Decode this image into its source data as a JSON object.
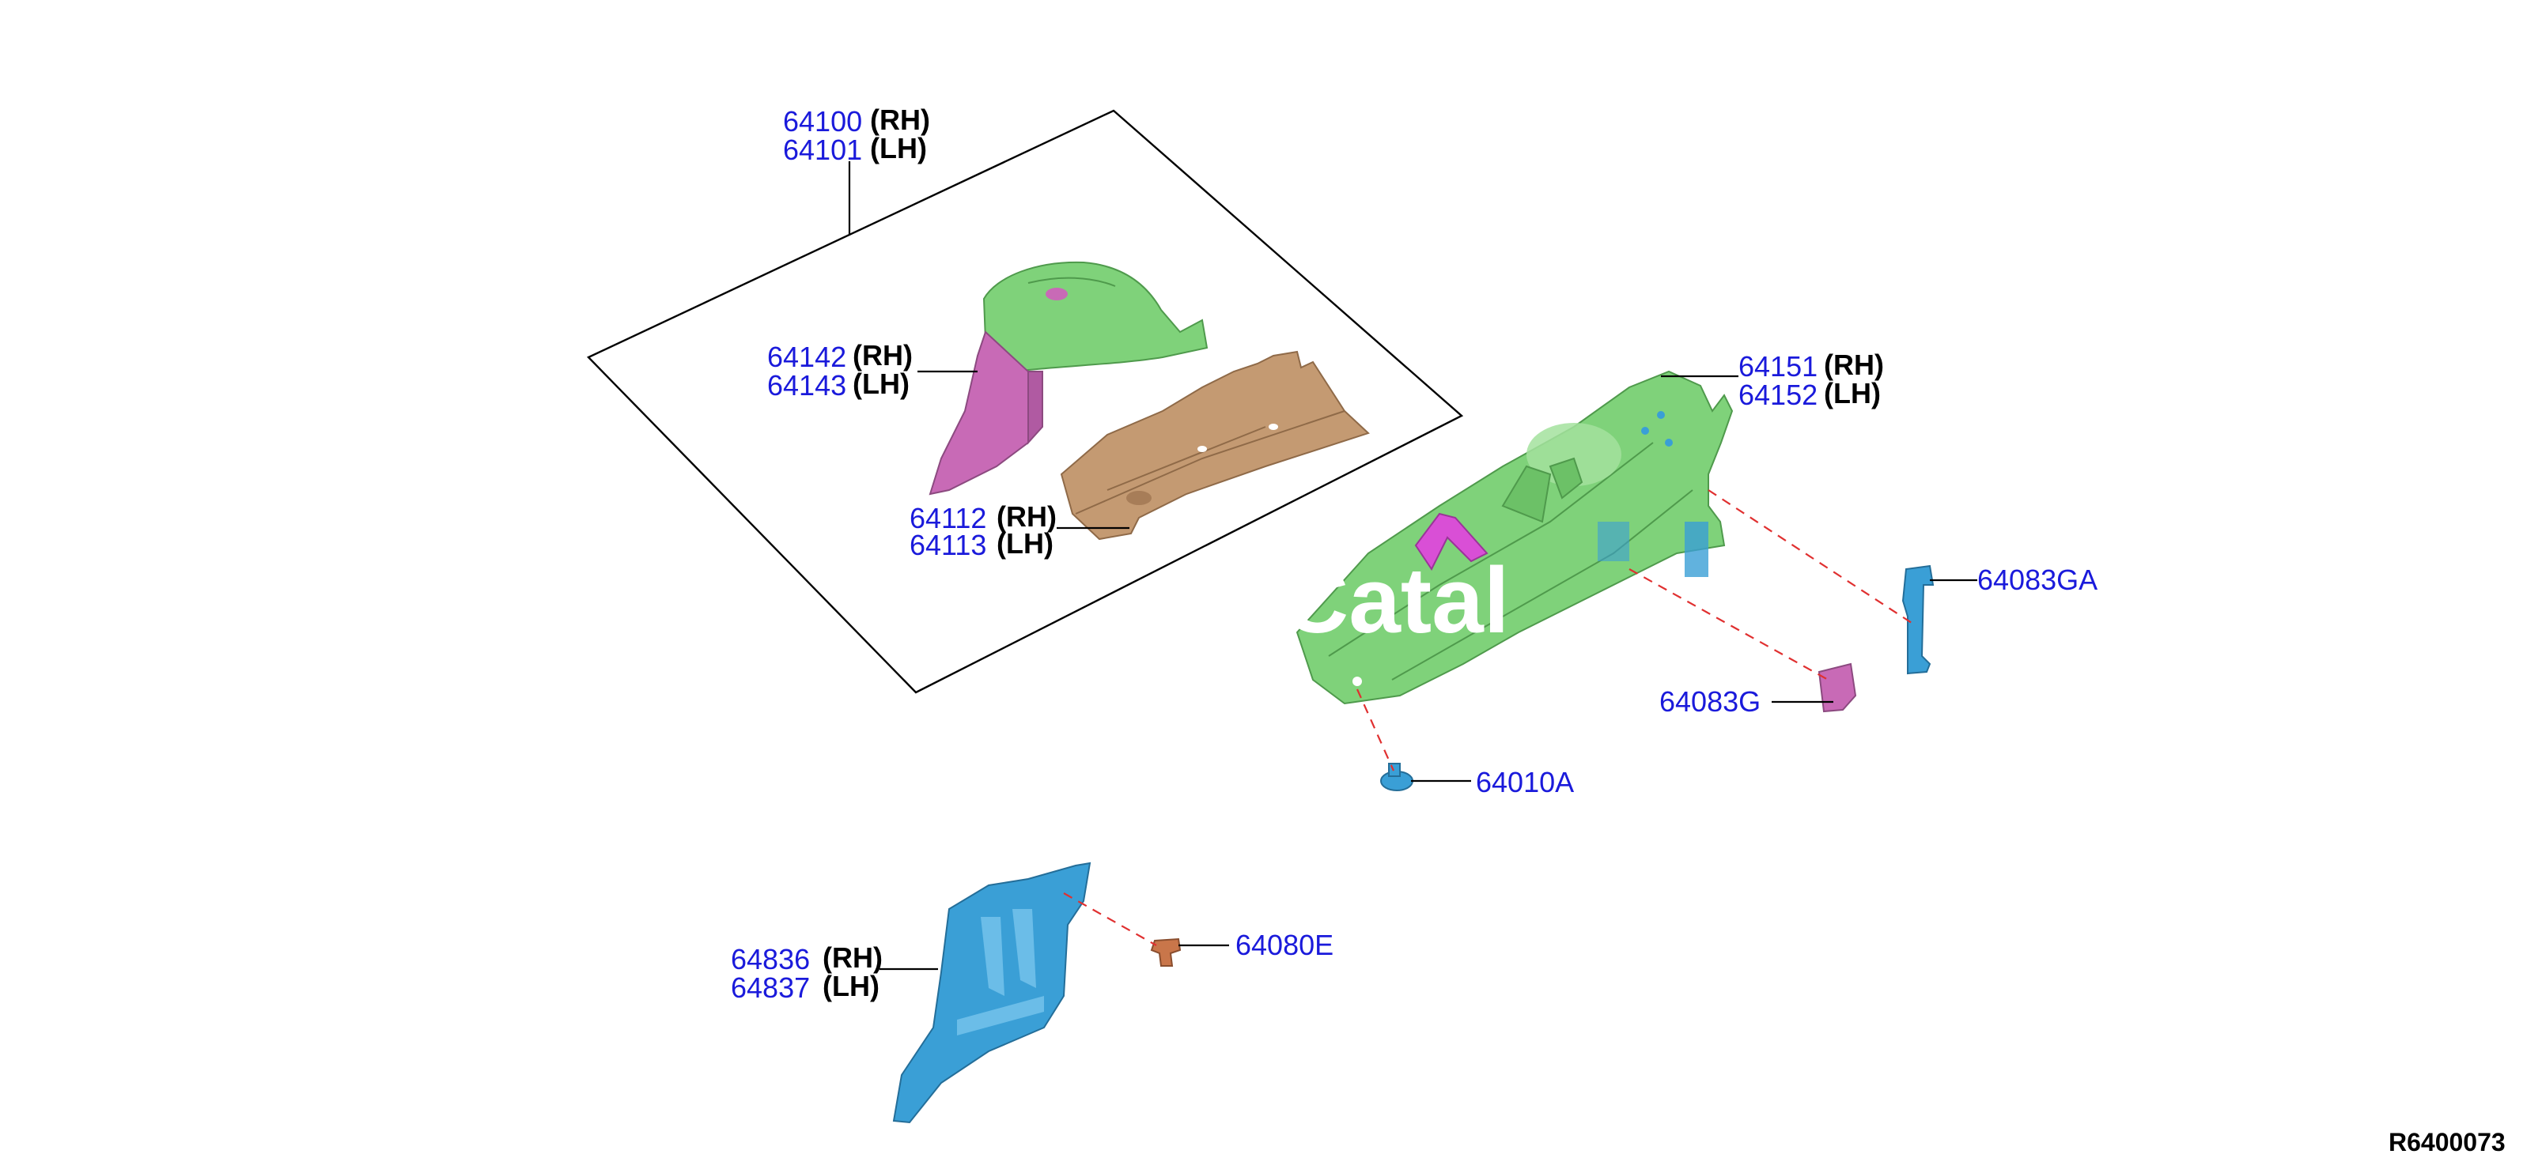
{
  "callouts": {
    "p64100": {
      "number": "64100",
      "side": "(RH)"
    },
    "p64101": {
      "number": "64101",
      "side": "(LH)"
    },
    "p64142": {
      "number": "64142",
      "side": "(RH)"
    },
    "p64143": {
      "number": "64143",
      "side": "(LH)"
    },
    "p64112": {
      "number": "64112",
      "side": "(RH)"
    },
    "p64113": {
      "number": "64113",
      "side": "(LH)"
    },
    "p64151": {
      "number": "64151",
      "side": "(RH)"
    },
    "p64152": {
      "number": "64152",
      "side": "(LH)"
    },
    "p64083G": {
      "number": "64083G"
    },
    "p64010A": {
      "number": "64010A"
    },
    "p64836": {
      "number": "64836",
      "side": "(RH)"
    },
    "p64837": {
      "number": "64837",
      "side": "(LH)"
    },
    "p64080E": {
      "number": "64080E"
    },
    "p6408xGA": {
      "number": "64083GA"
    }
  },
  "reference_code": "R6400073",
  "watermark": "Catal",
  "colors": {
    "part_number": "#1a1adb",
    "green_part": "#7fd27a",
    "pink_part": "#c86ab6",
    "magenta_part": "#d94fd6",
    "tan_part": "#c49a72",
    "blue_part": "#3a9fd6",
    "copper_part": "#c9764a",
    "dashed_line": "#e03030"
  }
}
